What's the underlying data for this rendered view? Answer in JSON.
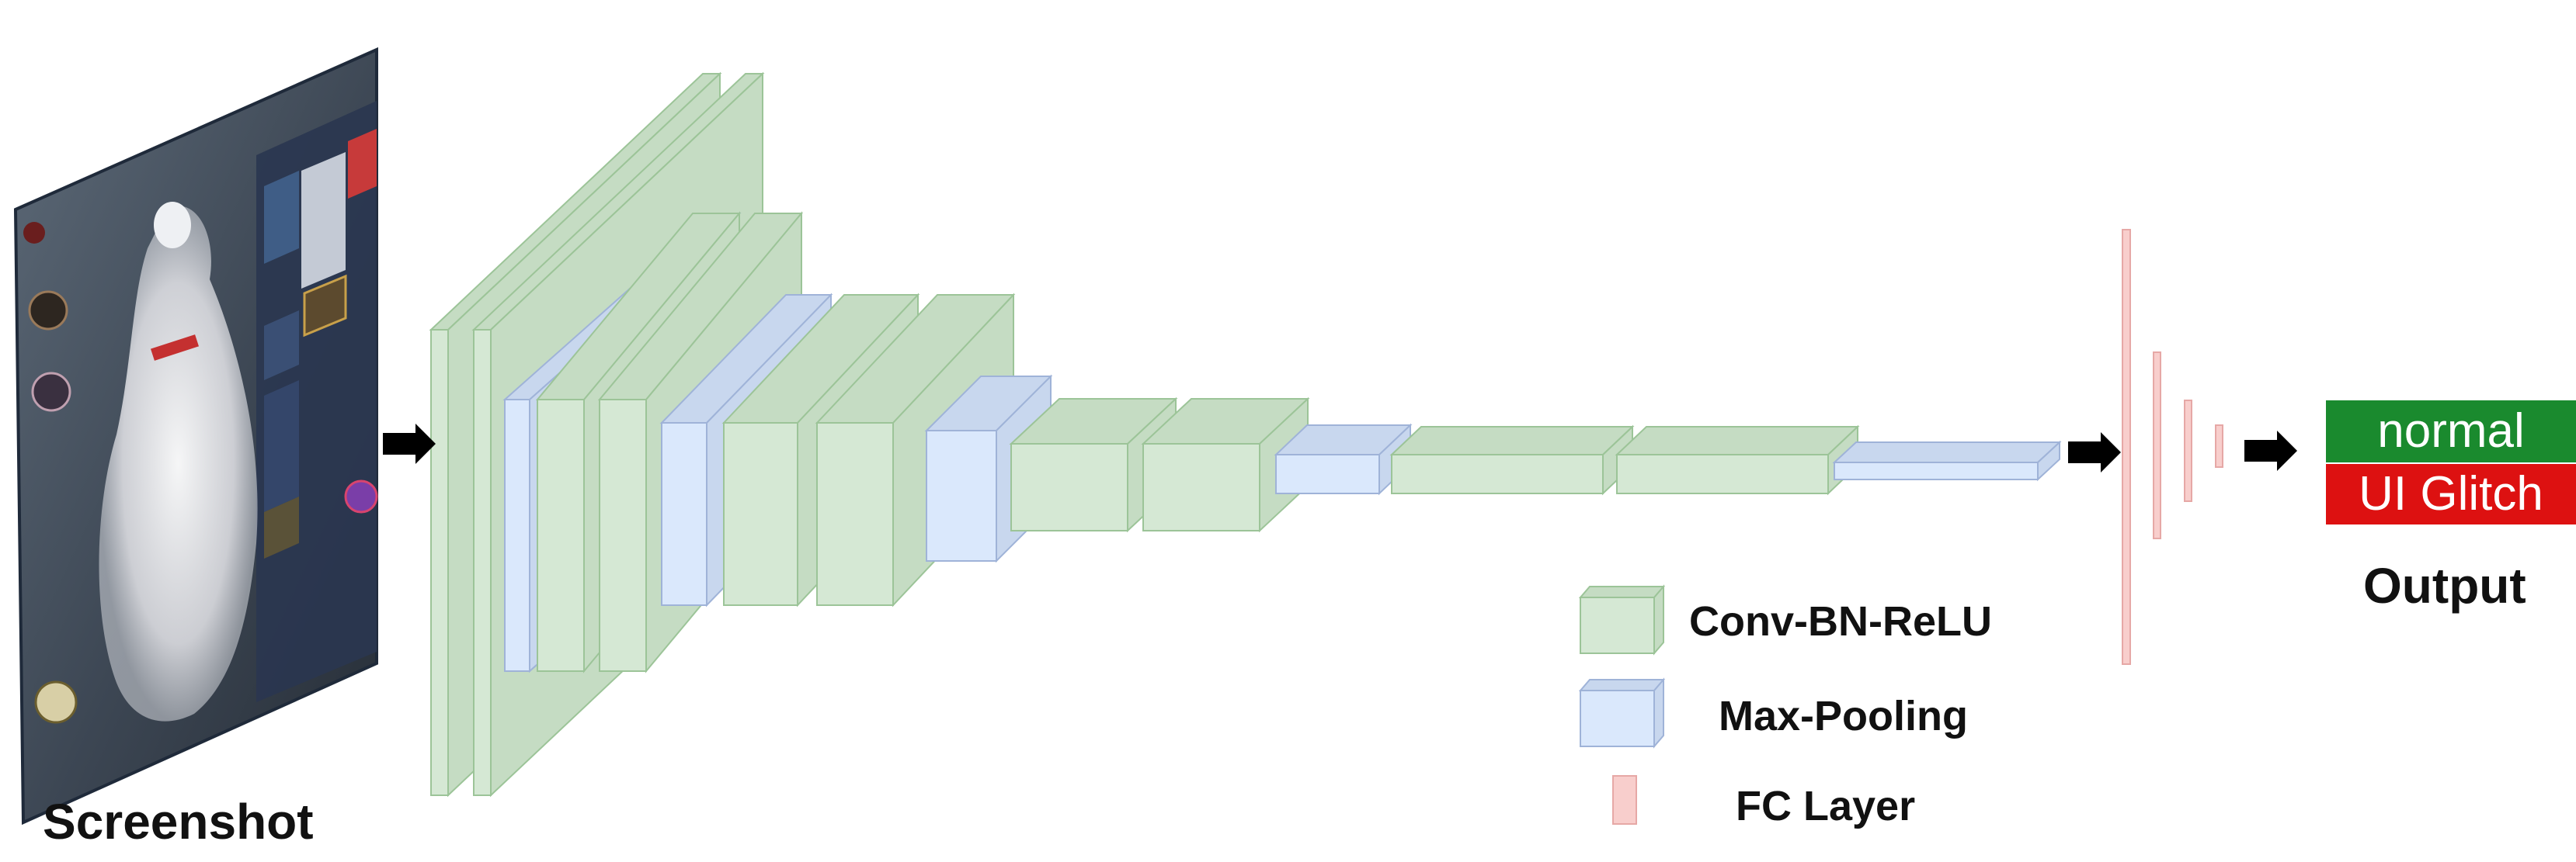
{
  "input": {
    "caption": "Screenshot",
    "frame_color": "#1f2a3a",
    "screen_color": "#4a5664"
  },
  "network": {
    "conv_color": "#d5e8d4",
    "conv_side_color": "#c5dcc3",
    "conv_stroke": "#9cc498",
    "pool_color": "#dae8fc",
    "pool_side_color": "#c8d7ee",
    "pool_stroke": "#9fb3d8",
    "fc_color": "#f8cecc",
    "fc_stroke": "#e6a8a6",
    "arrow_color": "#000000"
  },
  "legend": {
    "items": [
      {
        "kind": "conv",
        "label": "Conv-BN-ReLU"
      },
      {
        "kind": "pool",
        "label": "Max-Pooling"
      },
      {
        "kind": "fc",
        "label": "FC Layer"
      }
    ]
  },
  "output": {
    "classes": [
      {
        "label": "normal",
        "color": "#1a8a2e"
      },
      {
        "label": "UI Glitch",
        "color": "#dd1111"
      }
    ],
    "caption": "Output"
  }
}
